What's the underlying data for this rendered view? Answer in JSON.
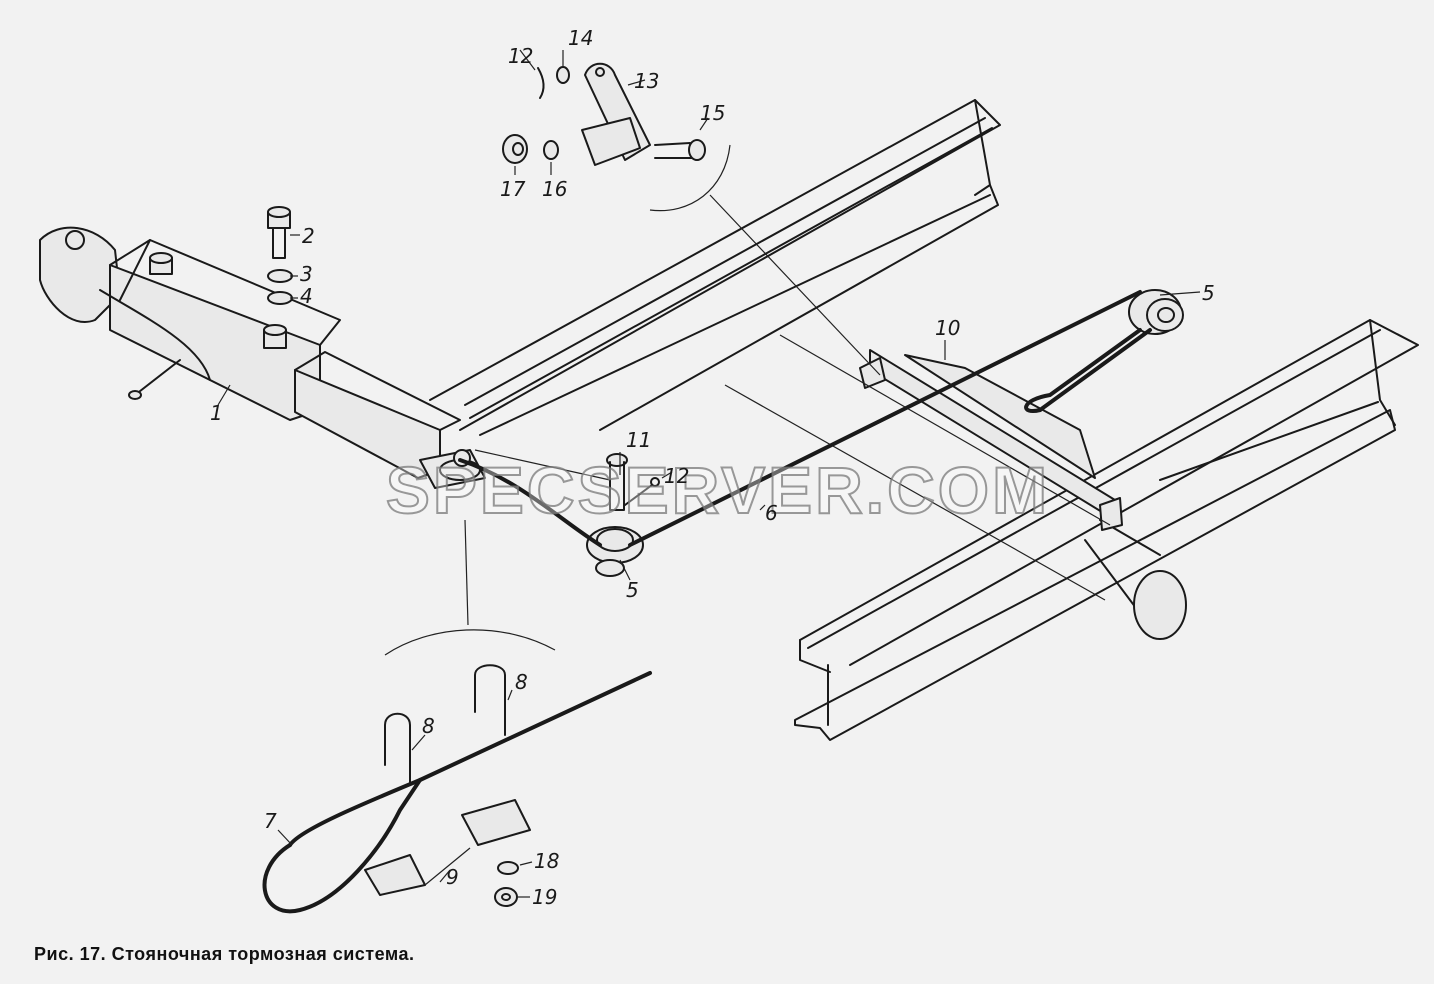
{
  "figure": {
    "caption": "Рис. 17. Стояночная тормозная система."
  },
  "watermark": "SPECSERVER.COM",
  "callouts": {
    "c1": "1",
    "c2": "2",
    "c3": "3",
    "c4": "4",
    "c5a": "5",
    "c5b": "5",
    "c6": "6",
    "c7": "7",
    "c8a": "8",
    "c8b": "8",
    "c9": "9",
    "c10": "10",
    "c11": "11",
    "c12a": "12",
    "c12b": "12",
    "c13": "13",
    "c14": "14",
    "c15": "15",
    "c16": "16",
    "c17": "17",
    "c18": "18",
    "c19": "19"
  }
}
